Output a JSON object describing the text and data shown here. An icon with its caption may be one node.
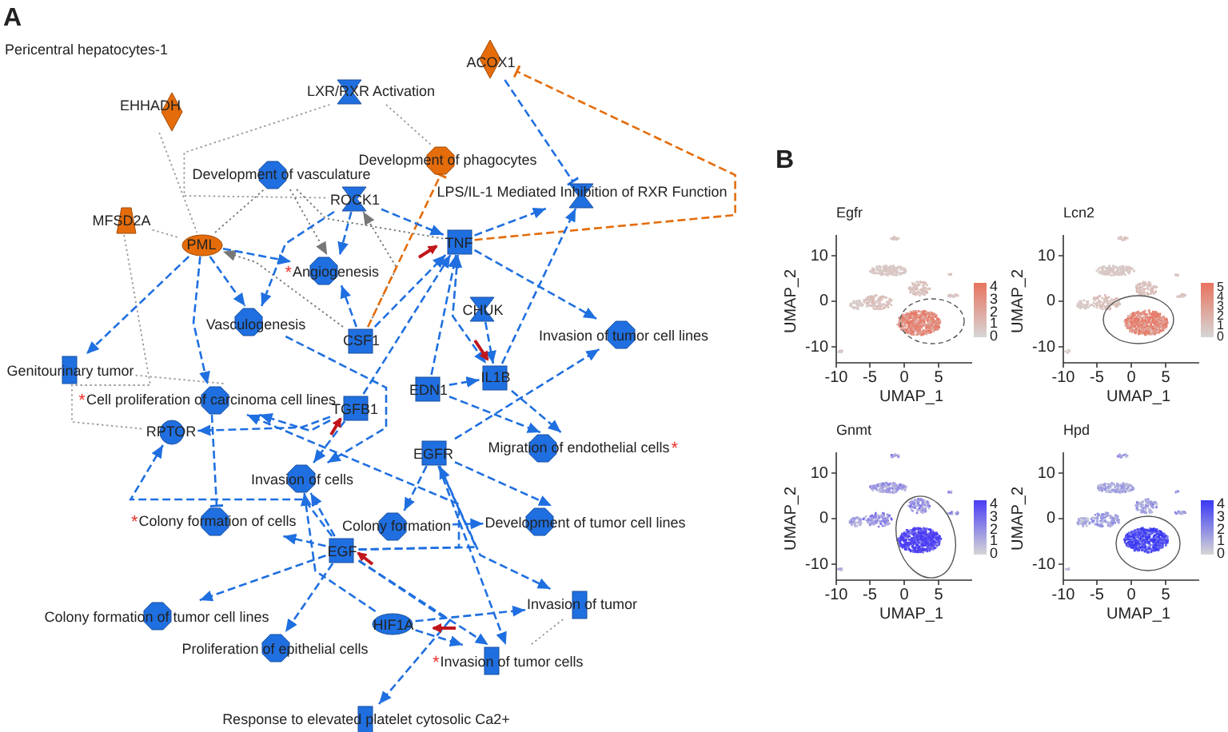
{
  "diagram": {
    "nodes": [
      {
        "text": [
          "EHHADH"
        ]
      },
      {
        "text": [
          "LXR/RXR Activation"
        ]
      },
      {
        "text": [
          "ACOX1"
        ]
      },
      {
        "text": [
          "Development of phagocytes"
        ]
      },
      {
        "text": [
          "Development of vasculature"
        ]
      },
      {
        "text": [
          "ROCK1"
        ]
      },
      {
        "text": [
          "LPS/IL-1 Mediated Inhibition of RXR Function"
        ]
      },
      {
        "text": [
          "MFSD2A"
        ]
      },
      {
        "text": [
          "PML"
        ]
      },
      {
        "text": [
          "TNF"
        ]
      },
      {
        "text": [
          "Angiogenesis"
        ],
        "beside": [
          "*"
        ]
      },
      {
        "text": [
          "CHUK"
        ]
      },
      {
        "text": [
          "Vasculogenesis"
        ]
      },
      {
        "text": [
          "CSF1"
        ]
      },
      {
        "text": [
          "Invasion of tumor cell lines"
        ]
      },
      {
        "text": [
          "IL1B"
        ]
      },
      {
        "text": [
          "EDN1"
        ]
      },
      {
        "text": [
          "Genitourinary tumor"
        ]
      },
      {
        "text": [
          "Cell proliferation of carcinoma cell lines"
        ],
        "beside": [
          "*"
        ]
      },
      {
        "text": [
          "TGFB1"
        ]
      },
      {
        "text": [
          "EGFR"
        ]
      },
      {
        "text": [
          "Migration of endothelial cells"
        ]
      },
      {
        "text": [
          "RPTOR"
        ]
      },
      {
        "text": [
          "Invasion of cells"
        ]
      },
      {
        "text": [
          "Colony formation of cells"
        ],
        "beside": [
          "*"
        ]
      },
      {
        "text": [
          "Colony formation"
        ]
      },
      {
        "text": [
          "Development of tumor cell lines"
        ]
      },
      {
        "text": [
          "EGF"
        ]
      },
      {
        "text": [
          "Colony formation of tumor cell lines"
        ]
      },
      {
        "text": [
          "HIF1A"
        ]
      },
      {
        "text": [
          "Invasion of tumor"
        ]
      },
      {
        "text": [
          "Proliferation of epithelial cells"
        ]
      },
      {
        "text": [
          "Invasion of tumor cells"
        ],
        "beside": [
          "*"
        ]
      },
      {
        "text": [
          "Response to elevated platelet cytosolic Ca2+"
        ]
      }
    ],
    "edges": [
      {
        "from": 0,
        "to": 8,
        "arrow": "none",
        "color": "#999999"
      },
      {
        "from": 1,
        "to": 5,
        "arrow": "none",
        "color": "#999999"
      },
      {
        "from": 1,
        "to": 3,
        "arrow": "none",
        "color": "#999999"
      },
      {
        "from": 7,
        "to": 8,
        "arrow": "none",
        "color": "#999999"
      },
      {
        "from": 7,
        "to": 22,
        "arrow": "none",
        "color": "#999999"
      },
      {
        "from": 8,
        "to": 4,
        "arrow": "none",
        "color": "#777777"
      },
      {
        "from": 4,
        "to": 10,
        "arrow": "to",
        "color": "#777777"
      },
      {
        "from": 4,
        "to": 9,
        "arrow": "none",
        "color": "#777777"
      },
      {
        "from": 13,
        "to": 5,
        "arrow": "to",
        "color": "#777777"
      },
      {
        "from": 13,
        "to": 8,
        "arrow": "to",
        "color": "#777777"
      },
      {
        "from": 17,
        "to": 18,
        "arrow": "none",
        "color": "#999999"
      },
      {
        "from": 30,
        "to": 32,
        "arrow": "none",
        "color": "#999999"
      },
      {
        "from": 9,
        "to": 2,
        "arrow": "other",
        "style": "dashed",
        "color": "#e46c0a"
      },
      {
        "from": 13,
        "to": 3,
        "arrow": "other",
        "style": "dashed",
        "color": "#e46c0a"
      },
      {
        "from": 2,
        "to": 6,
        "arrow": "other",
        "style": "dashed"
      },
      {
        "from": 9,
        "to": 6,
        "arrow": "to",
        "style": "dashed"
      },
      {
        "from": 5,
        "to": 9,
        "arrow": "to",
        "style": "dashed"
      },
      {
        "from": 8,
        "to": 10,
        "arrow": "to",
        "style": "dashed"
      },
      {
        "from": 8,
        "to": 17,
        "arrow": "to",
        "style": "dashed"
      },
      {
        "from": 8,
        "to": 12,
        "arrow": "to",
        "style": "dashed"
      },
      {
        "from": 8,
        "to": 18,
        "arrow": "to",
        "style": "dashed"
      },
      {
        "from": 5,
        "to": 10,
        "arrow": "to",
        "style": "dashed"
      },
      {
        "from": 5,
        "to": 12,
        "arrow": "to",
        "style": "dashed"
      },
      {
        "from": 13,
        "to": 10,
        "arrow": "to",
        "style": "dashed"
      },
      {
        "from": 13,
        "to": 9,
        "arrow": "to",
        "style": "dashed"
      },
      {
        "from": 9,
        "to": 14,
        "arrow": "to",
        "style": "dashed"
      },
      {
        "from": 9,
        "to": 15,
        "arrow": "both",
        "style": "dashed"
      },
      {
        "from": 11,
        "to": 15,
        "arrow": "to",
        "style": "dashed"
      },
      {
        "from": 15,
        "to": 6,
        "arrow": "to",
        "style": "dashed"
      },
      {
        "from": 15,
        "to": 21,
        "arrow": "to",
        "style": "dashed"
      },
      {
        "from": 16,
        "to": 21,
        "arrow": "to",
        "style": "dashed"
      },
      {
        "from": 16,
        "to": 15,
        "arrow": "to",
        "style": "dashed"
      },
      {
        "from": 16,
        "to": 9,
        "arrow": "to",
        "style": "dashed"
      },
      {
        "from": 19,
        "to": 9,
        "arrow": "to",
        "style": "dashed"
      },
      {
        "from": 19,
        "to": 23,
        "arrow": "to",
        "style": "dashed"
      },
      {
        "from": 19,
        "to": 18,
        "arrow": "to",
        "style": "dashed"
      },
      {
        "from": 19,
        "to": 22,
        "arrow": "to",
        "style": "dashed"
      },
      {
        "from": 20,
        "to": 26,
        "arrow": "to",
        "style": "dashed"
      },
      {
        "from": 20,
        "to": 30,
        "arrow": "to",
        "style": "dashed"
      },
      {
        "from": 20,
        "to": 32,
        "arrow": "to",
        "style": "dashed"
      },
      {
        "from": 20,
        "to": 25,
        "arrow": "to",
        "style": "dashed"
      },
      {
        "from": 20,
        "to": 14,
        "arrow": "to",
        "style": "dashed"
      },
      {
        "from": 27,
        "to": 28,
        "arrow": "to",
        "style": "dashed"
      },
      {
        "from": 27,
        "to": 31,
        "arrow": "to",
        "style": "dashed"
      },
      {
        "from": 27,
        "to": 33,
        "arrow": "to",
        "style": "dashed"
      },
      {
        "from": 27,
        "to": 24,
        "arrow": "to",
        "style": "dashed"
      },
      {
        "from": 27,
        "to": 23,
        "arrow": "to",
        "style": "dashed"
      },
      {
        "from": 27,
        "to": 22,
        "arrow": "to",
        "style": "dashed"
      },
      {
        "from": 27,
        "to": 18,
        "arrow": "to",
        "style": "dashed"
      },
      {
        "from": 27,
        "to": 32,
        "arrow": "to",
        "style": "dashed"
      },
      {
        "from": 27,
        "to": 20,
        "arrow": "to",
        "style": "dashed"
      },
      {
        "from": 29,
        "to": 30,
        "arrow": "to",
        "style": "dashed"
      },
      {
        "from": 29,
        "to": 32,
        "arrow": "to",
        "style": "dashed"
      },
      {
        "from": 29,
        "to": 23,
        "arrow": "to",
        "style": "dashed"
      },
      {
        "from": 25,
        "to": 26,
        "arrow": "to",
        "style": "dashed"
      },
      {
        "from": 18,
        "to": 24,
        "arrow": "other",
        "style": "dashed"
      },
      {
        "from": 12,
        "to": 23,
        "arrow": "to",
        "style": "dashed"
      }
    ],
    "labels": [
      "A",
      "Pericentral hepatocytes-1",
      "B",
      "Egfr",
      "UMAP_2",
      "10",
      "0",
      "-10",
      "-10",
      "-5",
      "0",
      "5",
      "UMAP_1",
      "4",
      "3",
      "2",
      "1",
      "0",
      "Lcn2",
      "UMAP_2",
      "10",
      "0",
      "-10",
      "-10",
      "-5",
      "0",
      "5",
      "UMAP_1",
      "5",
      "4",
      "3",
      "2",
      "1",
      "0",
      "Gnmt",
      "UMAP_2",
      "10",
      "0",
      "-10",
      "-10",
      "-5",
      "0",
      "5",
      "UMAP_1",
      "4",
      "3",
      "2",
      "1",
      "0",
      "Hpd",
      "UMAP_2",
      "10",
      "0",
      "-10",
      "-10",
      "-5",
      "0",
      "5",
      "UMAP_1",
      "4",
      "3",
      "2",
      "1",
      "0",
      "*"
    ]
  }
}
